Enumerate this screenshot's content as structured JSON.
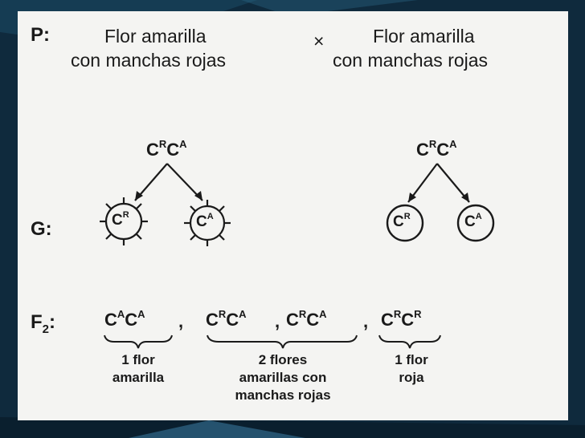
{
  "labels": {
    "p": "P:",
    "g": "G:",
    "f2": "F",
    "f2_sub": "2",
    "f2_colon": ":"
  },
  "parents": {
    "left_line1": "Flor amarilla",
    "left_line2": "con manchas rojas",
    "cross": "×",
    "right_line1": "Flor amarilla",
    "right_line2": "con manchas rojas"
  },
  "genotype_parent": {
    "c": "C",
    "r": "R",
    "a": "A"
  },
  "gametes": {
    "c": "C",
    "r": "R",
    "a": "A"
  },
  "offspring": {
    "sep": ",",
    "group1_line1": "1 flor",
    "group1_line2": "amarilla",
    "group2_line1": "2 flores",
    "group2_line2": "amarillas con",
    "group2_line3": "manchas rojas",
    "group3_line1": "1 flor",
    "group3_line2": "roja"
  },
  "colors": {
    "background": "#0f2a3d",
    "panel": "#f4f4f2",
    "ink": "#1a1a1a"
  }
}
